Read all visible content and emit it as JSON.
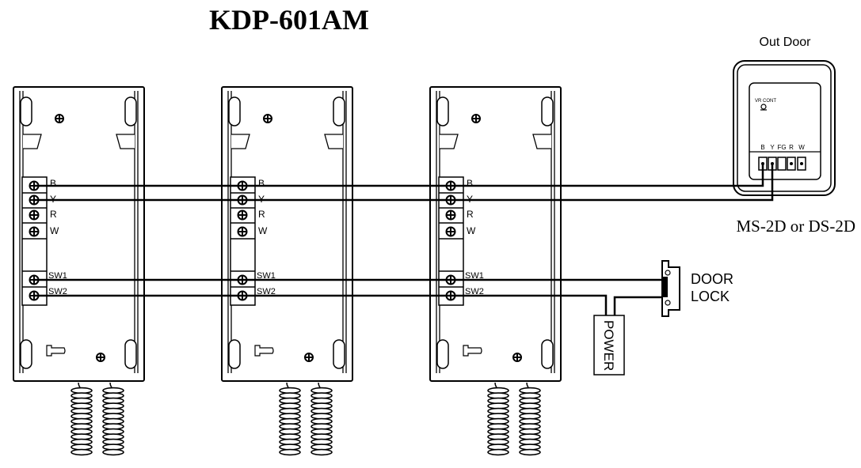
{
  "title": "KDP-601AM",
  "indoor_units": [
    {
      "id": "unit-1",
      "terminals": [
        "B",
        "Y",
        "R",
        "W"
      ],
      "switch_terminals": [
        "SW1",
        "SW2"
      ]
    },
    {
      "id": "unit-2",
      "terminals": [
        "B",
        "Y",
        "R",
        "W"
      ],
      "switch_terminals": [
        "SW1",
        "SW2"
      ]
    },
    {
      "id": "unit-3",
      "terminals": [
        "B",
        "Y",
        "R",
        "W"
      ],
      "switch_terminals": [
        "SW1",
        "SW2"
      ]
    }
  ],
  "outdoor": {
    "heading": "Out Door",
    "vr_label": "VR CONT",
    "terminals": [
      "B",
      "Y",
      "FG",
      "R",
      "W"
    ],
    "model": "MS-2D or DS-2D"
  },
  "door_lock": {
    "line1": "DOOR",
    "line2": "LOCK"
  },
  "power": {
    "label": "POWER"
  },
  "wires": [
    {
      "from": "B",
      "to": "outdoor-B"
    },
    {
      "from": "Y",
      "to": "outdoor-Y"
    },
    {
      "from": "SW1",
      "to": "door-lock"
    },
    {
      "from": "SW2",
      "to": "power"
    }
  ]
}
